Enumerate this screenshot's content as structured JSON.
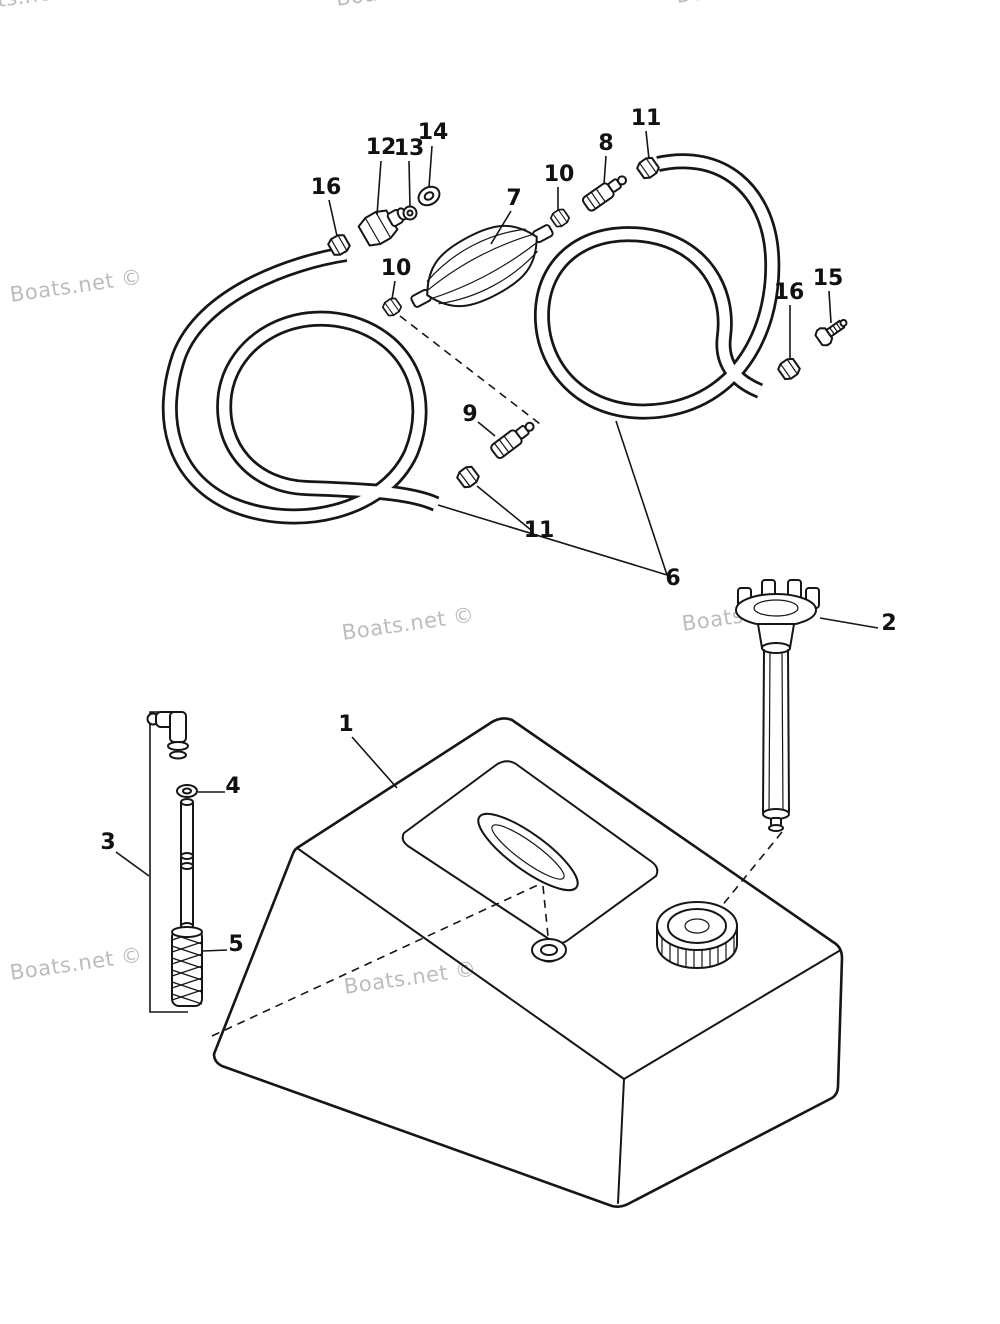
{
  "colors": {
    "background": "#ffffff",
    "ink": "#161616",
    "watermark": "#bcbcbc"
  },
  "watermark": {
    "text": "Boats.net ©"
  },
  "callouts": [
    {
      "label": "14"
    },
    {
      "label": "12"
    },
    {
      "label": "13"
    },
    {
      "label": "11"
    },
    {
      "label": "8"
    },
    {
      "label": "10"
    },
    {
      "label": "16"
    },
    {
      "label": "7"
    },
    {
      "label": "10"
    },
    {
      "label": "16"
    },
    {
      "label": "15"
    },
    {
      "label": "9"
    },
    {
      "label": "11"
    },
    {
      "label": "6"
    },
    {
      "label": "2"
    },
    {
      "label": "1"
    },
    {
      "label": "4"
    },
    {
      "label": "3"
    },
    {
      "label": "5"
    }
  ]
}
